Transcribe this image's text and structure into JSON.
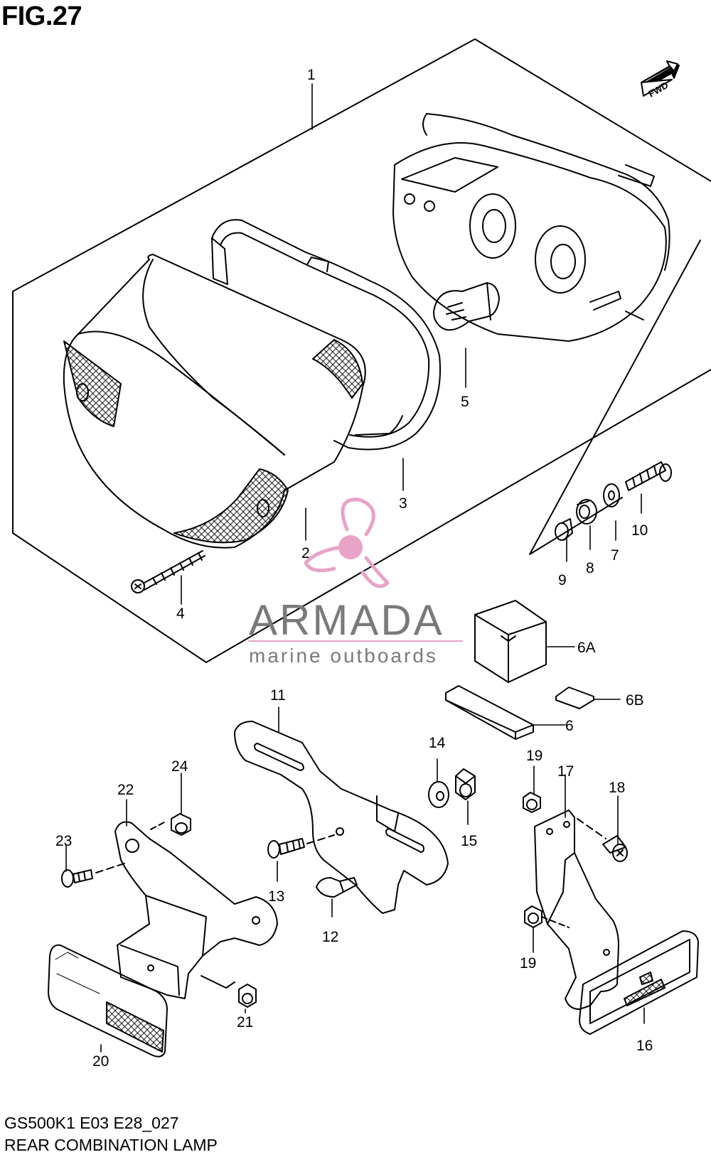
{
  "figure_title": "FIG.27",
  "direction_arrow": "FWD",
  "watermark": {
    "brand": "ARMADA",
    "tagline": "marine outboards",
    "logo_icon": "propeller-icon",
    "brand_color": "#7a7a7a",
    "logo_color": "#e8a3c8"
  },
  "part_labels": [
    "1",
    "2",
    "3",
    "4",
    "5",
    "6",
    "6A",
    "6B",
    "7",
    "8",
    "9",
    "10",
    "11",
    "12",
    "13",
    "14",
    "15",
    "16",
    "17",
    "18",
    "19",
    "19",
    "20",
    "21",
    "22",
    "23",
    "24"
  ],
  "footer": {
    "model_code": "GS500K1 E03 E28_027",
    "part_name": "REAR COMBINATION LAMP"
  }
}
